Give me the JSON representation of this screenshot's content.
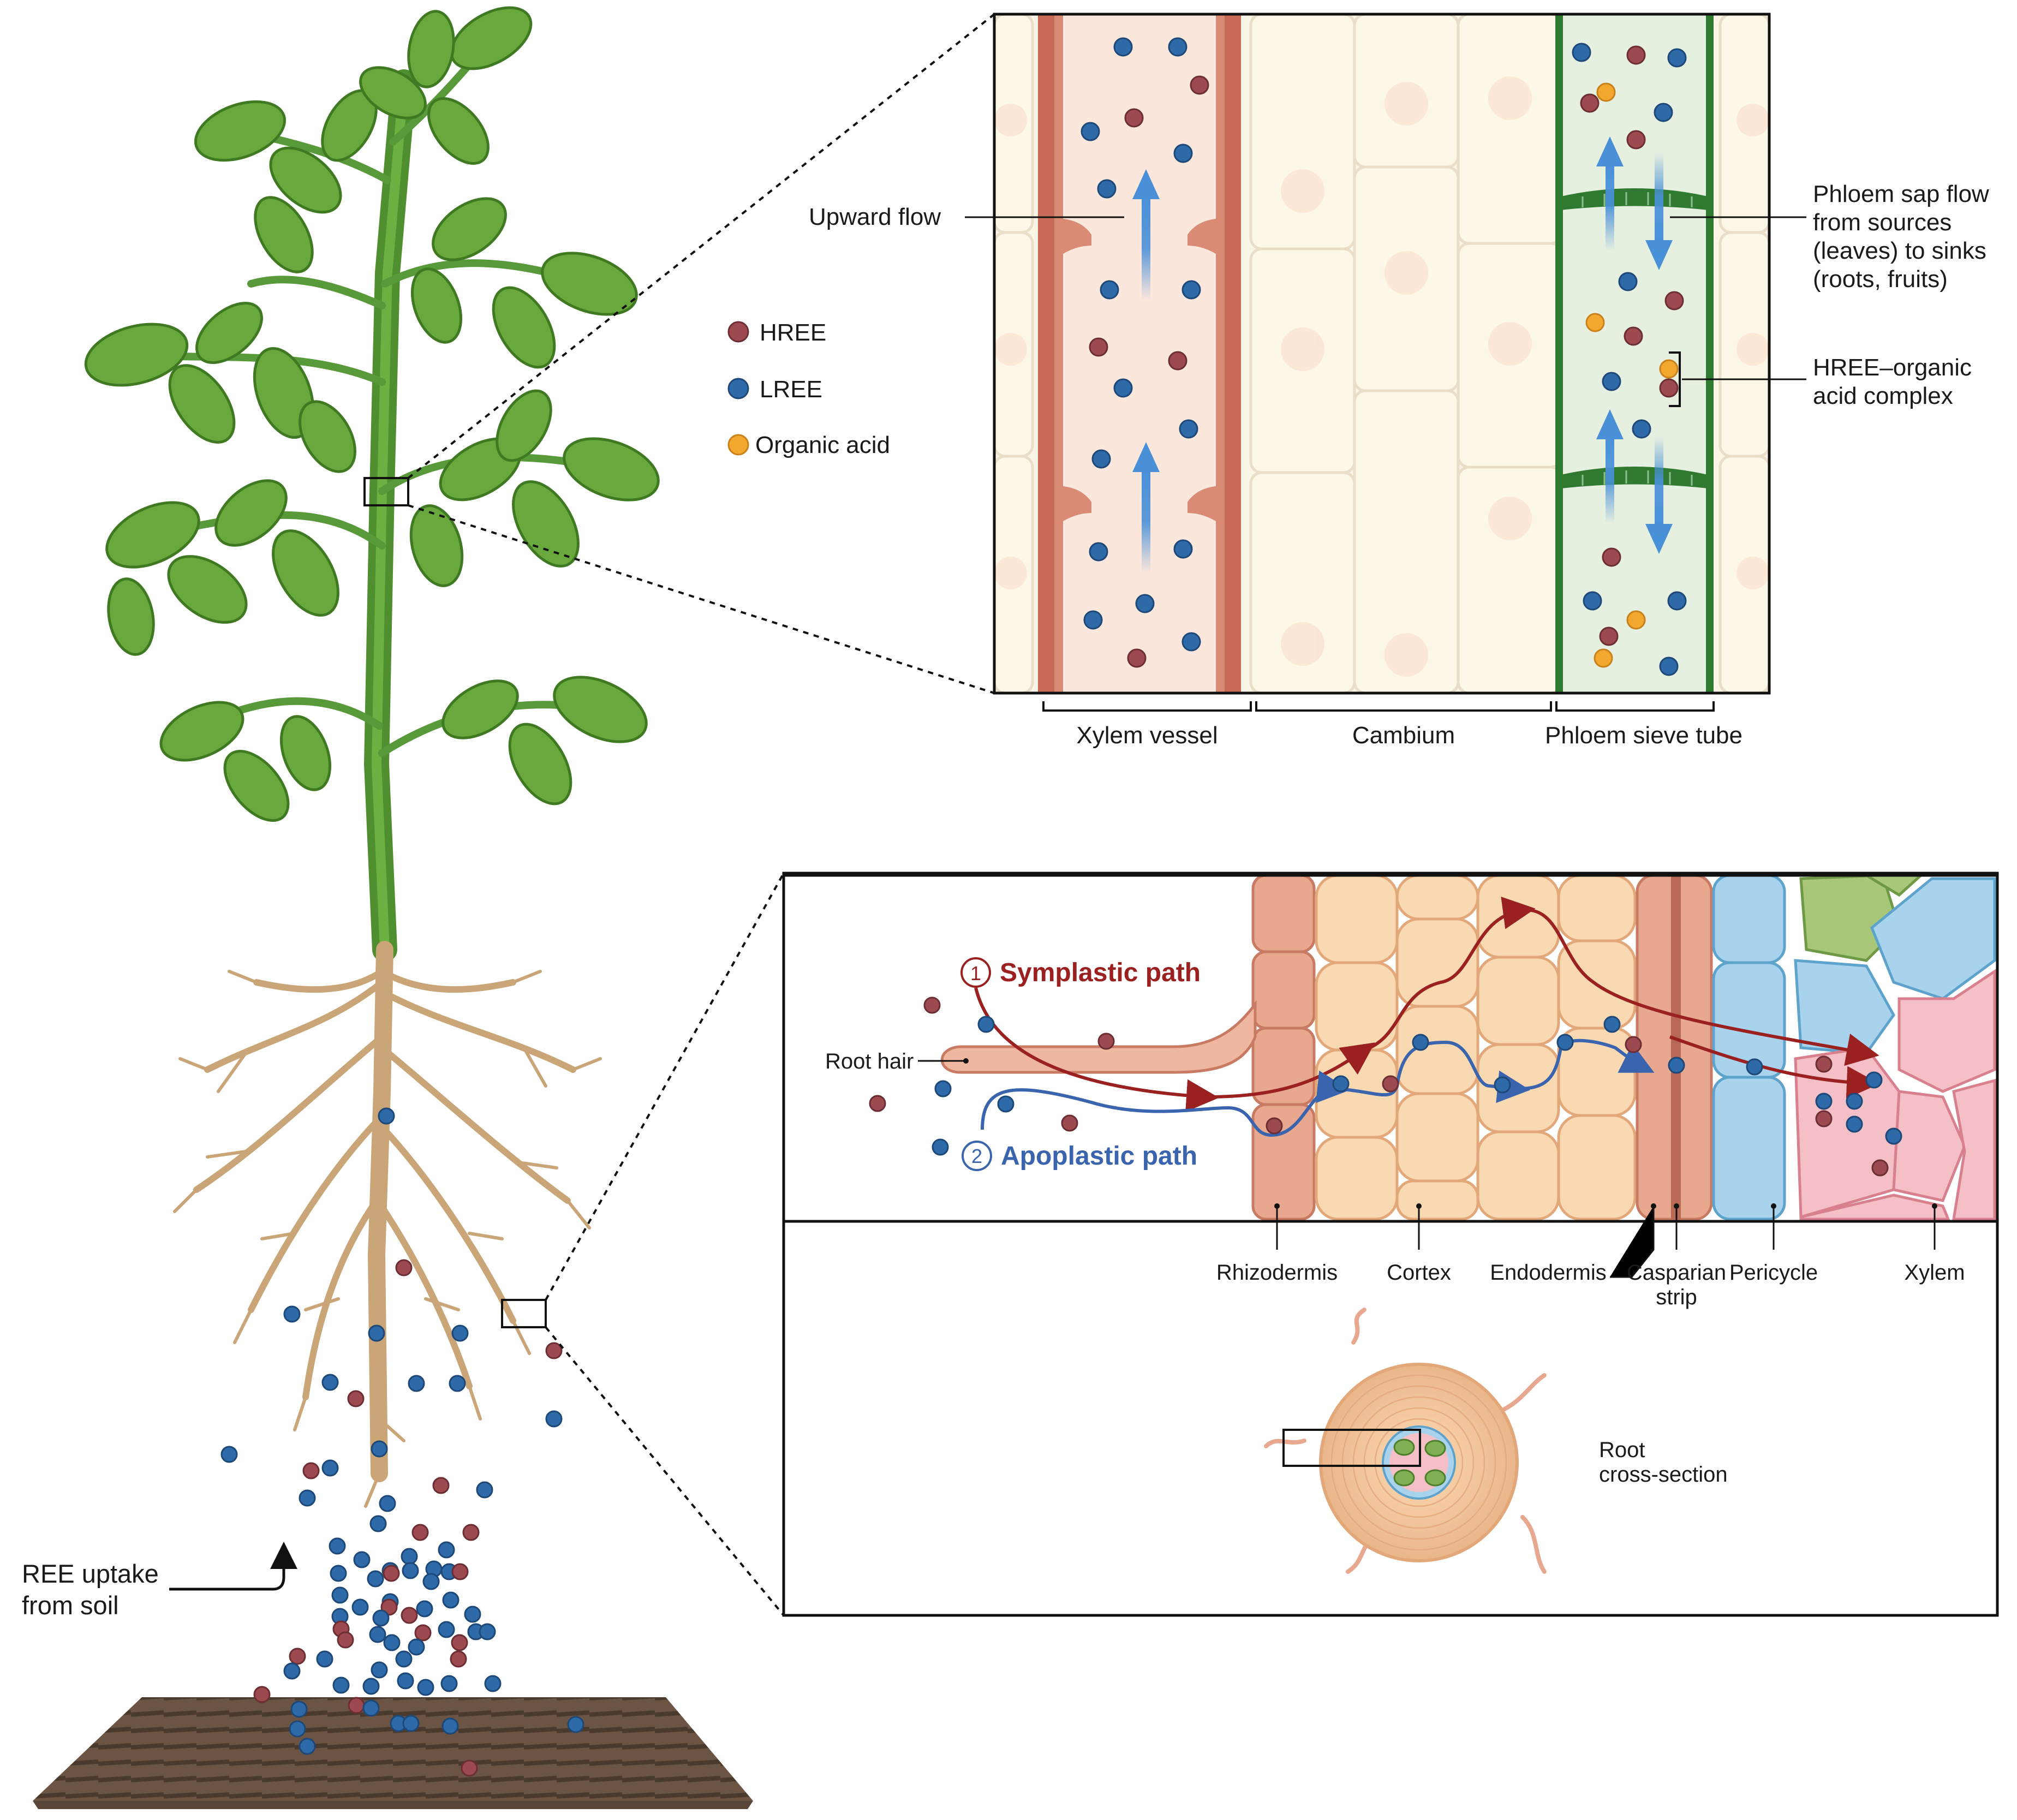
{
  "legend": {
    "hree": "HREE",
    "lree": "LREE",
    "organic_acid": "Organic acid"
  },
  "stem_panel": {
    "upward_flow": "Upward flow",
    "phloem_flow": [
      "Phloem sap flow",
      "from sources",
      "(leaves) to sinks",
      "(roots, fruits)"
    ],
    "complex": [
      "HREE–organic",
      "acid complex"
    ],
    "xylem_vessel": "Xylem vessel",
    "cambium": "Cambium",
    "phloem_sieve_tube": "Phloem sieve tube"
  },
  "root_panel": {
    "symplastic_num": "1",
    "symplastic": "Symplastic path",
    "apoplastic_num": "2",
    "apoplastic": "Apoplastic path",
    "root_hair": "Root hair",
    "rhizodermis": "Rhizodermis",
    "cortex": "Cortex",
    "endodermis": "Endodermis",
    "casparian": [
      "Casparian",
      "strip"
    ],
    "pericycle": "Pericycle",
    "xylem": "Xylem",
    "cross_section": [
      "Root",
      "cross-section"
    ]
  },
  "soil": {
    "uptake": [
      "REE uptake",
      "from soil"
    ]
  },
  "colors": {
    "hree": "#9c4a4f",
    "lree": "#2e6aa8",
    "organic_acid": "#f2a72e",
    "symplastic": "#9b2020",
    "apoplastic": "#3a64ad",
    "leaf": "#5b9a36",
    "root": "#c9a577"
  }
}
